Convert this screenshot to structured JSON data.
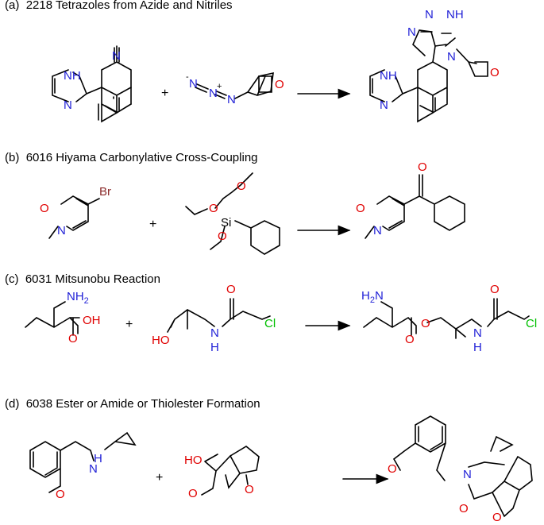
{
  "panels": [
    {
      "label": "(a)",
      "id": "2218",
      "name": "Tetrazoles from Azide and Nitriles"
    },
    {
      "label": "(b)",
      "id": "6016",
      "name": "Hiyama Carbonylative Cross-Coupling"
    },
    {
      "label": "(c)",
      "id": "6031",
      "name": "Mitsunobu Reaction"
    },
    {
      "label": "(d)",
      "id": "6038",
      "name": "Ester or Amide or Thiolester Formation"
    }
  ],
  "plus_sign": "+",
  "atom_labels": {
    "N": "N",
    "NH": "NH",
    "O": "O",
    "Br": "Br",
    "Si": "Si",
    "Cl": "Cl",
    "OH": "OH",
    "HO": "HO",
    "H": "H",
    "NH2": "NH",
    "sub2": "2",
    "H2N": "H",
    "H2N_rest": "N",
    "minus": "-",
    "plusq": "+"
  },
  "colors": {
    "N": "#1f1fd6",
    "O": "#e00000",
    "Br": "#8b2a2a",
    "Si": "#000000",
    "Cl": "#00c000"
  }
}
